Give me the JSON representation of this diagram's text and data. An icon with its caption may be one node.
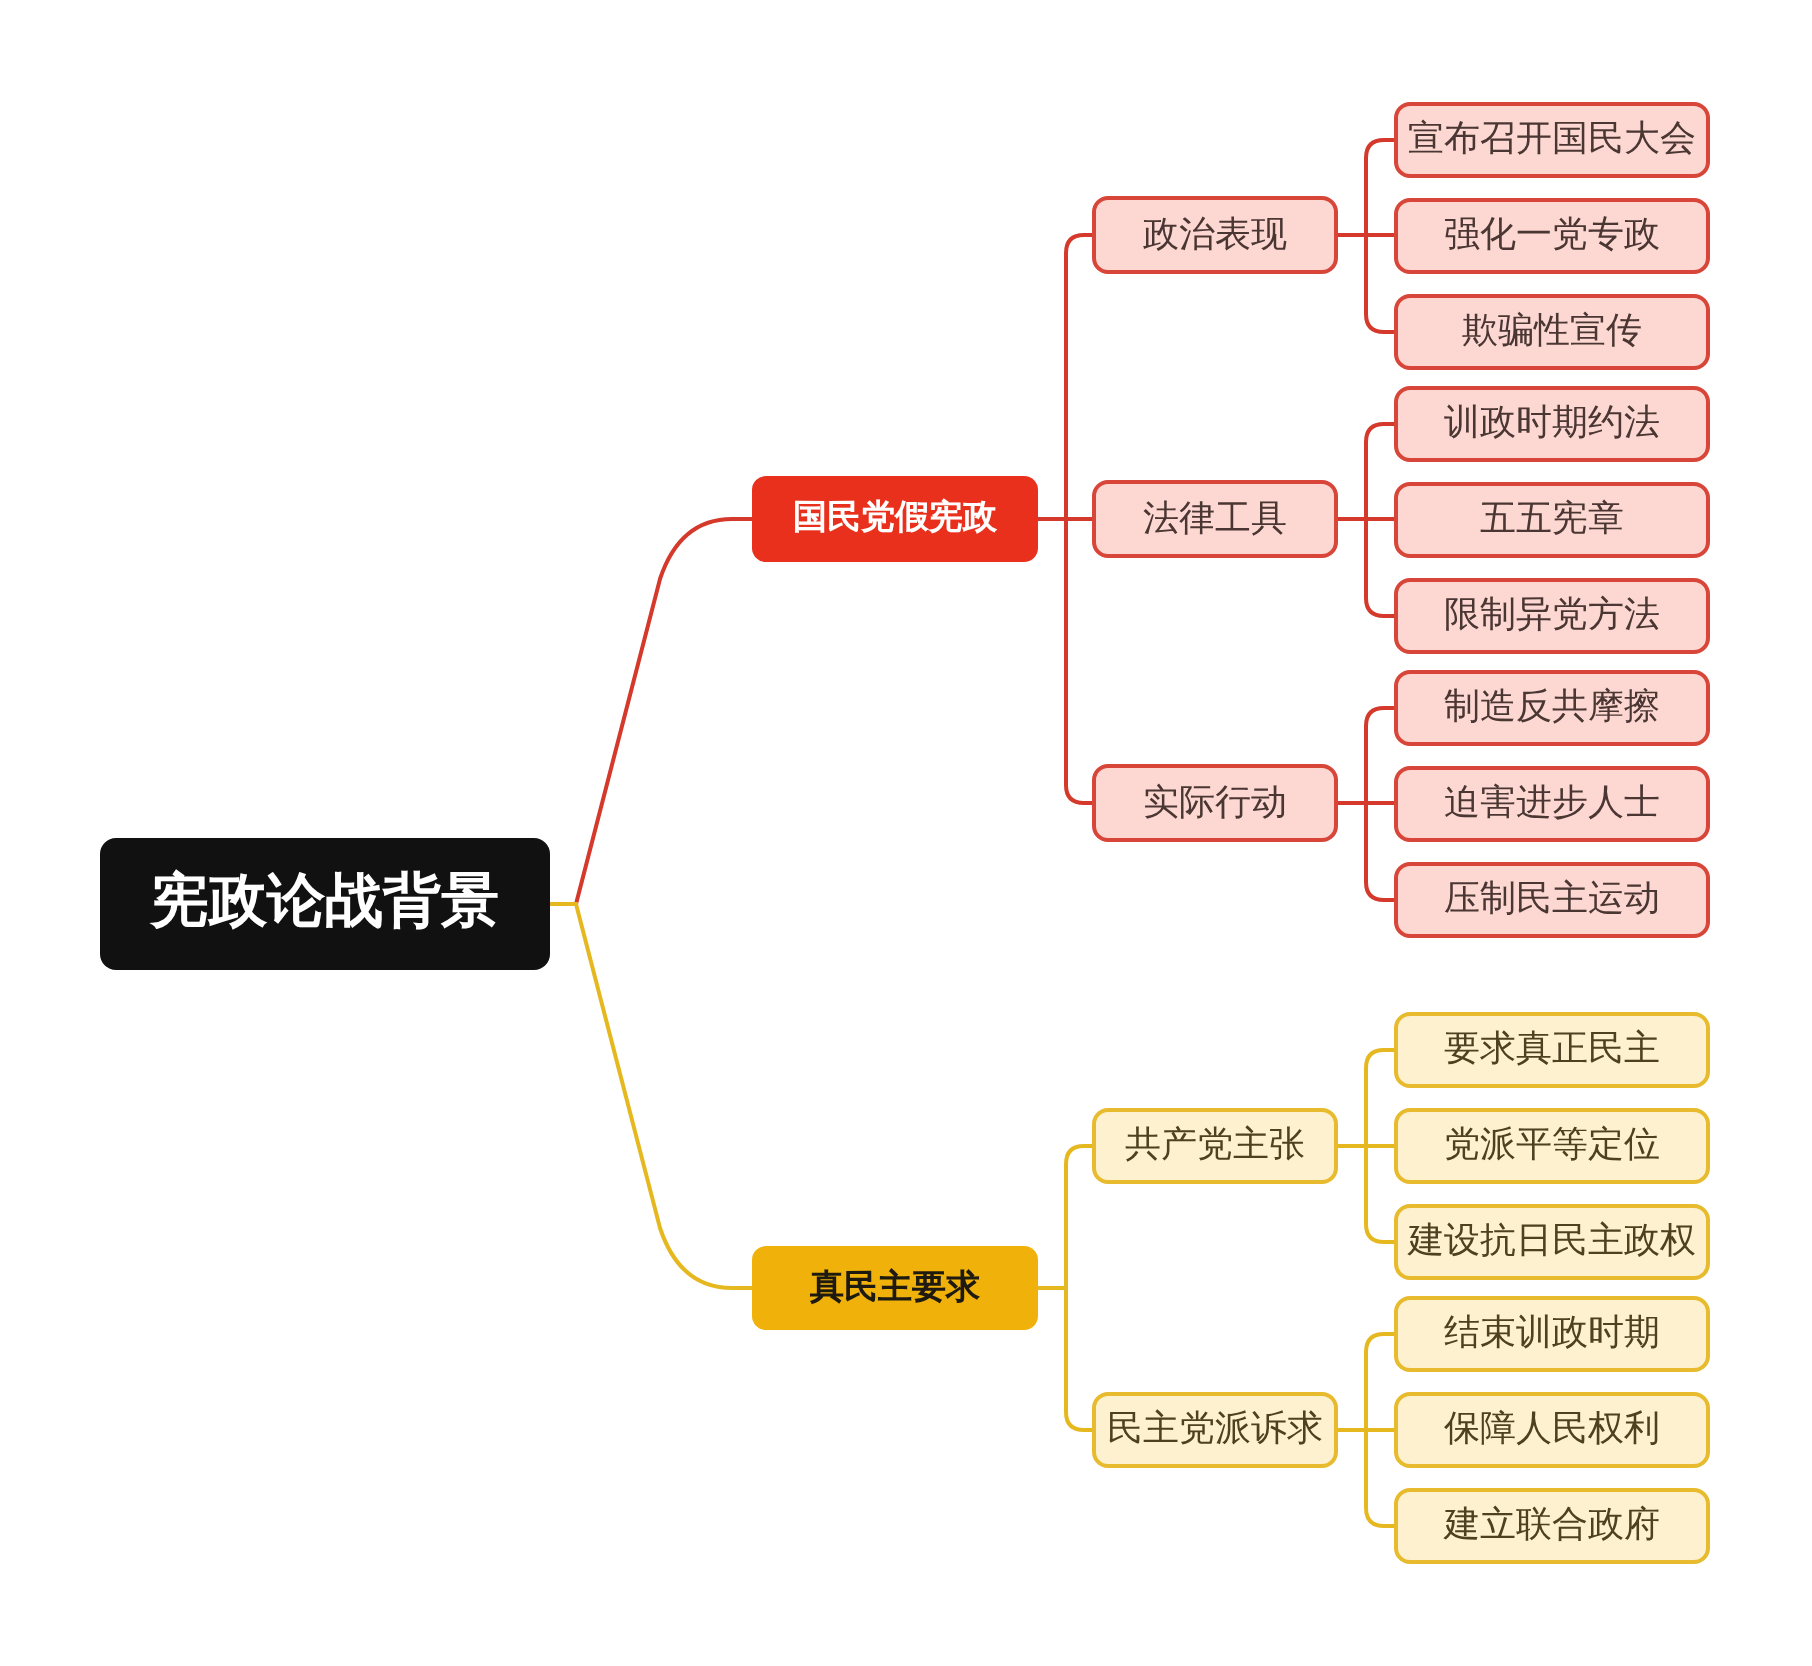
{
  "diagram": {
    "nodes": [
      {
        "text": [
          "宪政论战背景"
        ]
      },
      {
        "text": [
          "国民党假宪政"
        ]
      },
      {
        "text": [
          "政治表现"
        ]
      },
      {
        "text": [
          "宣布召开国民大会"
        ]
      },
      {
        "text": [
          "强化一党专政"
        ]
      },
      {
        "text": [
          "欺骗性宣传"
        ]
      },
      {
        "text": [
          "法律工具"
        ]
      },
      {
        "text": [
          "训政时期约法"
        ]
      },
      {
        "text": [
          "五五宪章"
        ]
      },
      {
        "text": [
          "限制异党方法"
        ]
      },
      {
        "text": [
          "实际行动"
        ]
      },
      {
        "text": [
          "制造反共摩擦"
        ]
      },
      {
        "text": [
          "迫害进步人士"
        ]
      },
      {
        "text": [
          "压制民主运动"
        ]
      },
      {
        "text": [
          "真民主要求"
        ]
      },
      {
        "text": [
          "共产党主张"
        ]
      },
      {
        "text": [
          "要求真正民主"
        ]
      },
      {
        "text": [
          "党派平等定位"
        ]
      },
      {
        "text": [
          "建设抗日民主政权"
        ]
      },
      {
        "text": [
          "民主党派诉求"
        ]
      },
      {
        "text": [
          "结束训政时期"
        ]
      },
      {
        "text": [
          "保障人民权利"
        ]
      },
      {
        "text": [
          "建立联合政府"
        ]
      }
    ],
    "edges": [
      {
        "from": 0,
        "to": 1,
        "arrow": "none"
      },
      {
        "from": 1,
        "to": 2,
        "arrow": "none"
      },
      {
        "from": 2,
        "to": 3,
        "arrow": "none"
      },
      {
        "from": 2,
        "to": 4,
        "arrow": "none"
      },
      {
        "from": 2,
        "to": 5,
        "arrow": "none"
      },
      {
        "from": 1,
        "to": 6,
        "arrow": "none"
      },
      {
        "from": 6,
        "to": 7,
        "arrow": "none"
      },
      {
        "from": 6,
        "to": 8,
        "arrow": "none"
      },
      {
        "from": 6,
        "to": 9,
        "arrow": "none"
      },
      {
        "from": 1,
        "to": 10,
        "arrow": "none"
      },
      {
        "from": 10,
        "to": 11,
        "arrow": "none"
      },
      {
        "from": 10,
        "to": 12,
        "arrow": "none"
      },
      {
        "from": 10,
        "to": 13,
        "arrow": "none"
      },
      {
        "from": 0,
        "to": 14,
        "arrow": "none",
        "color": "#e6b820"
      },
      {
        "from": 14,
        "to": 15,
        "arrow": "none",
        "color": "#e6b820"
      },
      {
        "from": 15,
        "to": 16,
        "arrow": "none",
        "color": "#e6b820"
      },
      {
        "from": 15,
        "to": 17,
        "arrow": "none",
        "color": "#e6b820"
      },
      {
        "from": 15,
        "to": 18,
        "arrow": "none",
        "color": "#e6b820"
      },
      {
        "from": 14,
        "to": 19,
        "arrow": "none",
        "color": "#e6b820"
      },
      {
        "from": 19,
        "to": 20,
        "arrow": "none",
        "color": "#e6b820"
      },
      {
        "from": 19,
        "to": 21,
        "arrow": "none",
        "color": "#e6b820"
      },
      {
        "from": 19,
        "to": 22,
        "arrow": "none",
        "color": "#e6b820"
      }
    ]
  }
}
